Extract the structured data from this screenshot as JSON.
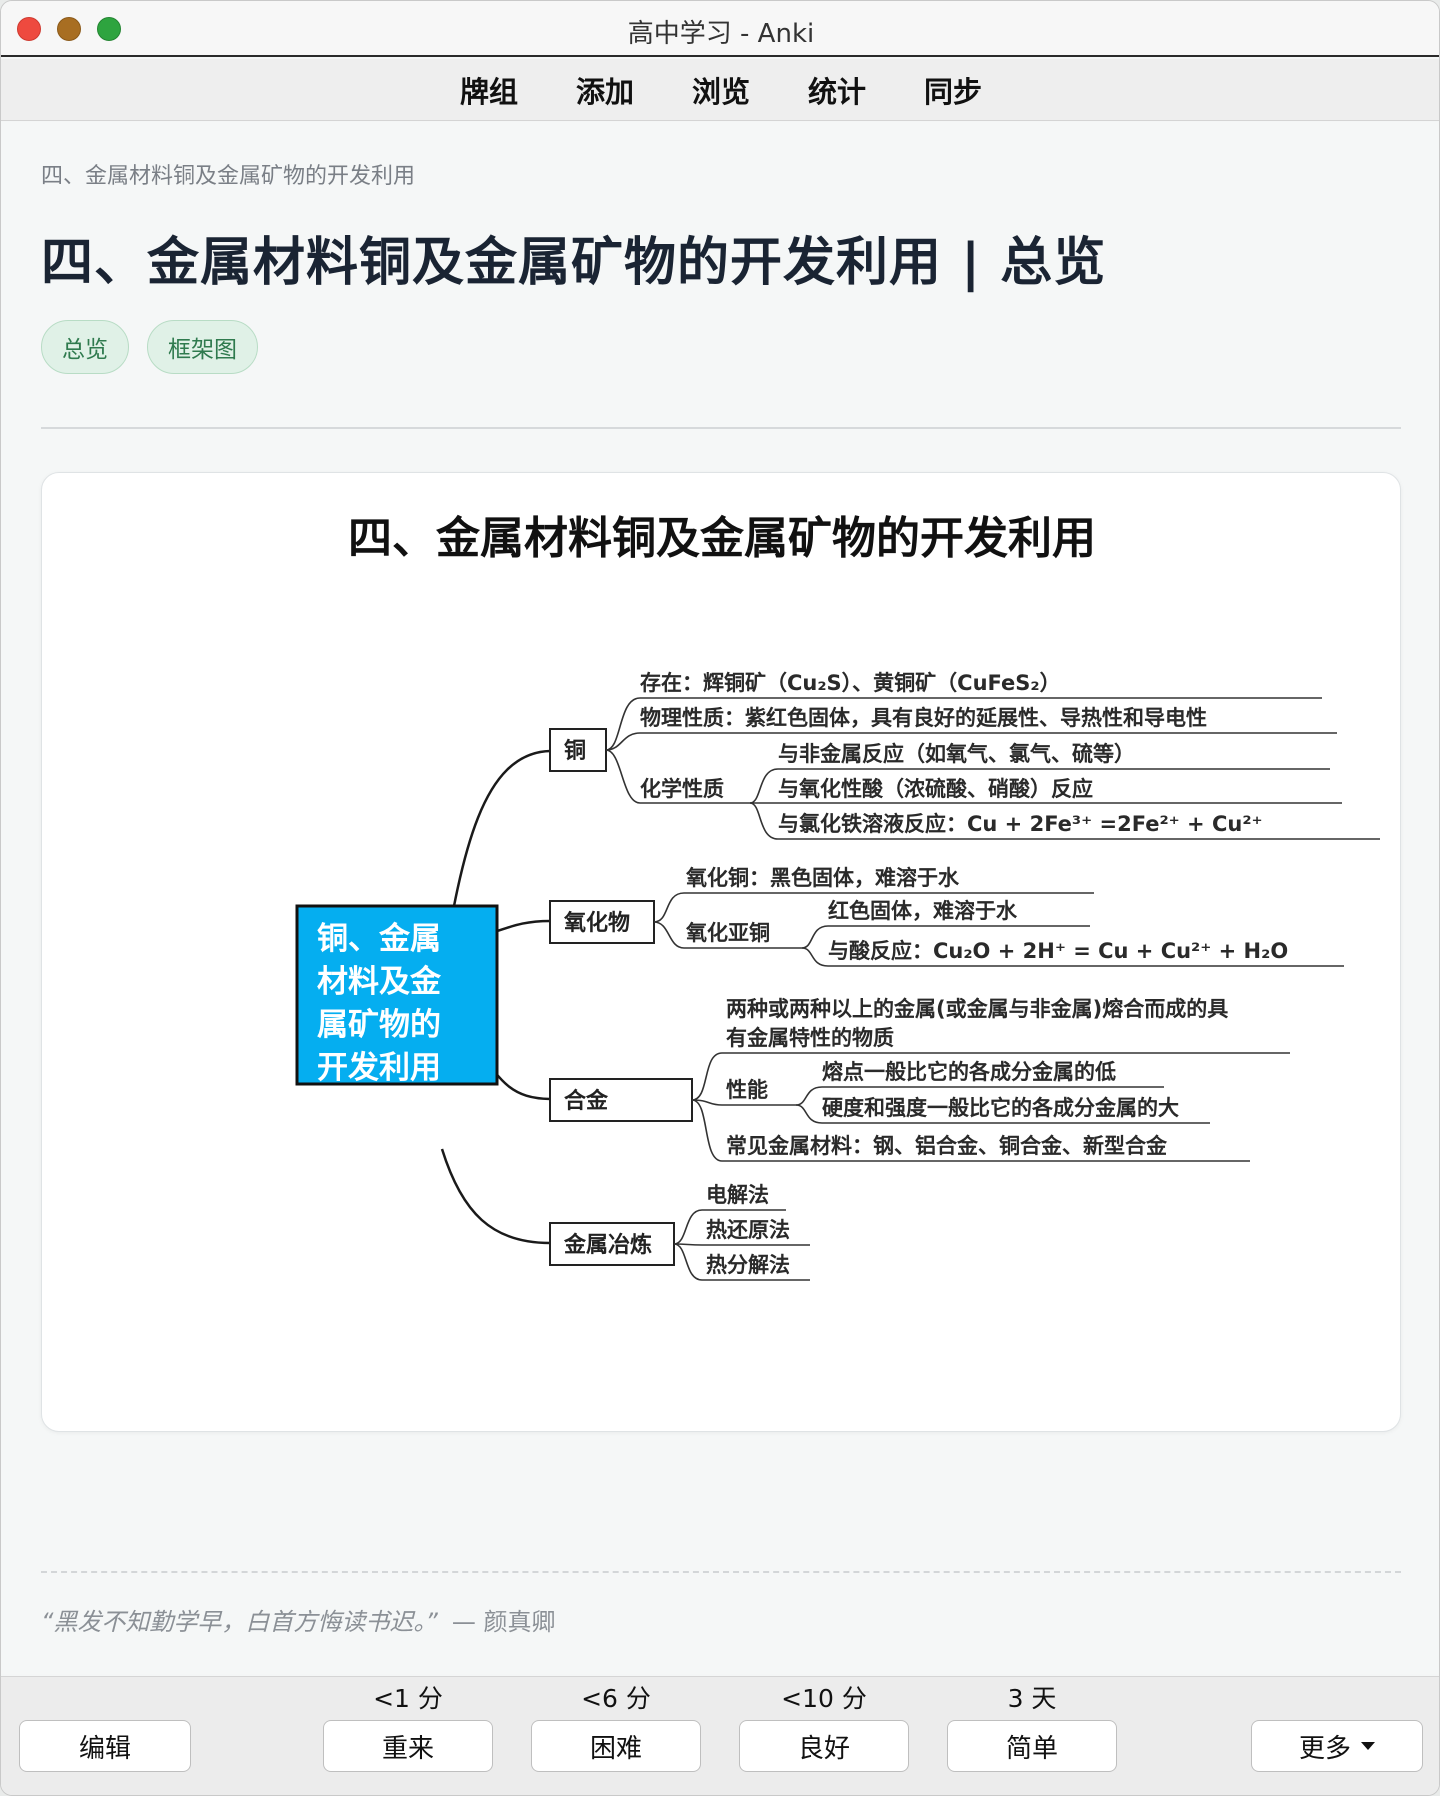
{
  "window": {
    "title": "高中学习 - Anki"
  },
  "toolbar": {
    "items": [
      "牌组",
      "添加",
      "浏览",
      "统计",
      "同步"
    ]
  },
  "card": {
    "breadcrumb": "四、金属材料铜及金属矿物的开发利用",
    "title": "四、金属材料铜及金属矿物的开发利用 | 总览",
    "tags": [
      "总览",
      "框架图"
    ]
  },
  "mindmap": {
    "title": "四、金属材料铜及金属矿物的开发利用",
    "root": [
      "铜、金属",
      "材料及金",
      "属矿物的",
      "开发利用"
    ],
    "branches": {
      "copper": {
        "label": "铜",
        "existence": "存在：辉铜矿（Cu₂S）、黄铜矿（CuFeS₂）",
        "physical": "物理性质：紫红色固体，具有良好的延展性、导热性和导电性",
        "chemical_label": "化学性质",
        "chemical": [
          "与非金属反应（如氧气、氯气、硫等）",
          "与氧化性酸（浓硫酸、硝酸）反应",
          "与氯化铁溶液反应：Cu + 2Fe³⁺ =2Fe²⁺ + Cu²⁺"
        ]
      },
      "oxide": {
        "label": "氧化物",
        "cuo": "氧化铜：黑色固体，难溶于水",
        "cu2o_label": "氧化亚铜",
        "cu2o": [
          "红色固体，难溶于水",
          "与酸反应：Cu₂O + 2H⁺ = Cu + Cu²⁺ + H₂O"
        ]
      },
      "alloy": {
        "label": "合金",
        "definition": [
          "两种或两种以上的金属(或金属与非金属)熔合而成的具",
          "有金属特性的物质"
        ],
        "property_label": "性能",
        "properties": [
          "熔点一般比它的各成分金属的低",
          "硬度和强度一般比它的各成分金属的大"
        ],
        "common": "常见金属材料：钢、铝合金、铜合金、新型合金"
      },
      "smelting": {
        "label": "金属冶炼",
        "methods": [
          "电解法",
          "热还原法",
          "热分解法"
        ]
      }
    }
  },
  "quote": {
    "text": "“黑发不知勤学早，白首方悔读书迟。”",
    "author": "— 颜真卿"
  },
  "review": {
    "edit": "编辑",
    "answers": [
      {
        "label": "重来",
        "interval": "<1 分"
      },
      {
        "label": "困难",
        "interval": "<6 分"
      },
      {
        "label": "良好",
        "interval": "<10 分"
      },
      {
        "label": "简单",
        "interval": "3 天"
      }
    ],
    "more": "更多"
  }
}
